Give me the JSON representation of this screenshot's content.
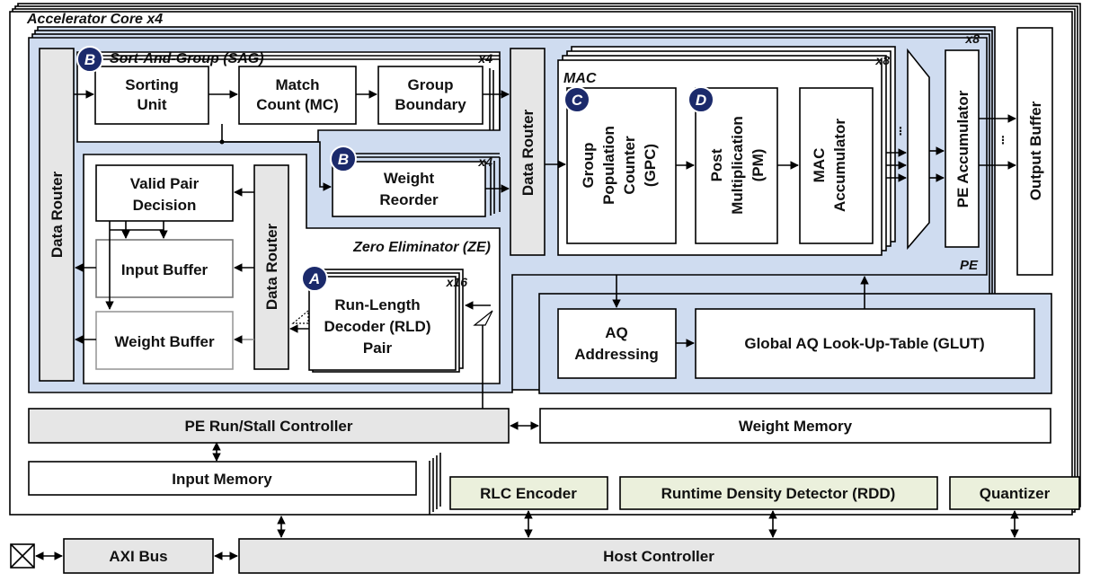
{
  "core": {
    "title": "Accelerator Core x4"
  },
  "pe": {
    "label": "PE",
    "mult": "x8"
  },
  "sag": {
    "title": "Sort-And-Group (SAG)",
    "mult": "x4",
    "badge": "B",
    "sorting_unit": [
      "Sorting",
      "Unit"
    ],
    "match_count": [
      "Match",
      "Count (MC)"
    ],
    "group_boundary": [
      "Group",
      "Boundary"
    ]
  },
  "weight_reorder": {
    "badge": "B",
    "mult": "x4",
    "label": [
      "Weight",
      "Reorder"
    ]
  },
  "ze": {
    "title": "Zero Eliminator (ZE)",
    "valid_pair": [
      "Valid Pair",
      "Decision"
    ],
    "input_buffer": "Input Buffer",
    "weight_buffer": "Weight Buffer",
    "data_router": "Data Router",
    "rld": {
      "badge": "A",
      "mult": "x16",
      "label": [
        "Run-Length",
        "Decoder (RLD)",
        "Pair"
      ]
    }
  },
  "left_router": "Data Router",
  "middle_router": "Data Router",
  "mac": {
    "title": "MAC",
    "mult": "x8",
    "gpc": {
      "badge": "C",
      "label": [
        "Group",
        "Population",
        "Counter",
        "(GPC)"
      ]
    },
    "pm": {
      "badge": "D",
      "label": [
        "Post",
        "Multiplication",
        "(PM)"
      ]
    },
    "accumulator": [
      "MAC",
      "Accumulator"
    ]
  },
  "pe_accumulator": "PE Accumulator",
  "output_buffer": "Output Buffer",
  "aq": {
    "addressing": [
      "AQ",
      "Addressing"
    ],
    "glut": "Global AQ Look-Up-Table (GLUT)"
  },
  "pe_controller": "PE Run/Stall Controller",
  "weight_memory": "Weight Memory",
  "input_memory": "Input Memory",
  "rlc_encoder": "RLC Encoder",
  "rdd": "Runtime Density Detector (RDD)",
  "quantizer": "Quantizer",
  "axi_bus": "AXI Bus",
  "host_controller": "Host Controller",
  "colors": {
    "region_blue": "#cfdcf0",
    "gray_fill": "#e6e6e6",
    "green_fill": "#ebf0dc",
    "badge": "#1b2a6b"
  }
}
